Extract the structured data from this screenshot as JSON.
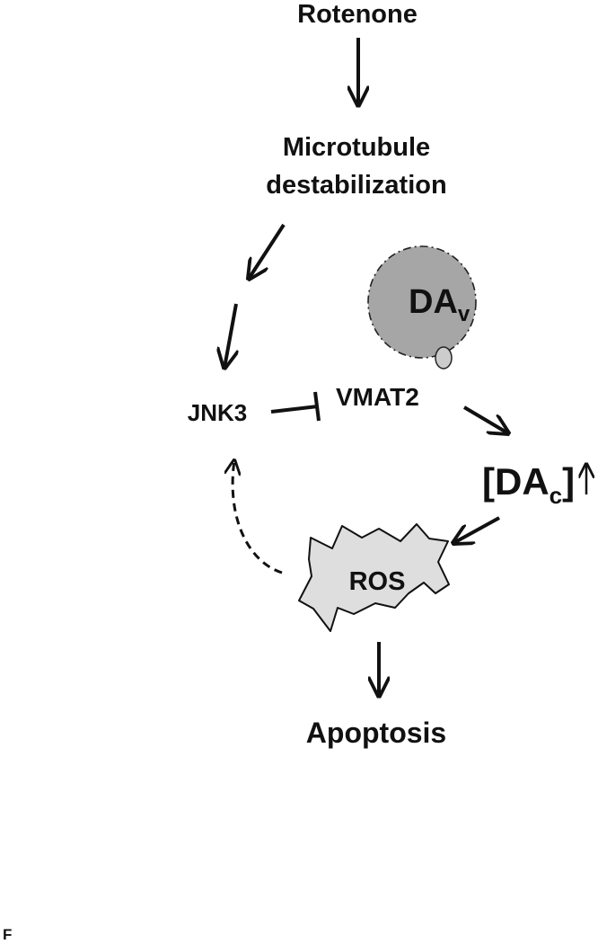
{
  "nodes": {
    "rotenone": "Rotenone",
    "microtubule_line1": "Microtubule",
    "microtubule_line2": "destabilization",
    "jnk3": "JNK3",
    "vmat2": "VMAT2",
    "da_v_main": "DA",
    "da_v_sub": "v",
    "da_c_open": "[DA",
    "da_c_sub": "c",
    "da_c_close": "]",
    "ros": "ROS",
    "apoptosis": "Apoptosis"
  },
  "panel_label": "F",
  "colors": {
    "line": "#111111",
    "vesicle_fill": "#a6a6a6",
    "ros_fill": "#dedede"
  }
}
